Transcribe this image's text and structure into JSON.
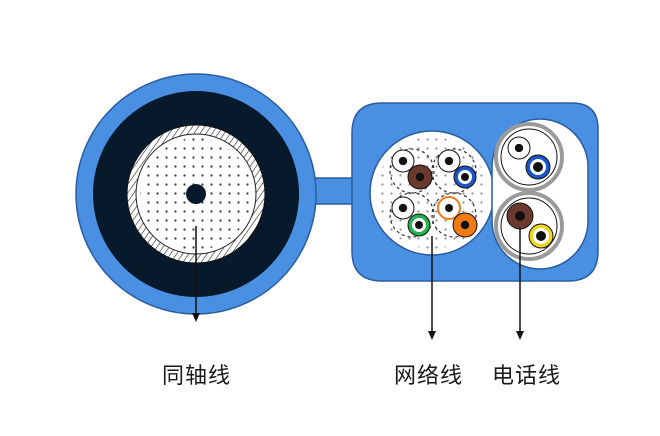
{
  "colors": {
    "jacket": "#4a90e2",
    "jacket_outline": "#2a5d9f",
    "coax_dielectric": "#071a2c",
    "shield_white": "#ffffff",
    "twisted_pair_brown": "#6b3a2e",
    "twisted_pair_blue": "#1a56c8",
    "twisted_pair_green": "#24b24a",
    "twisted_pair_orange": "#f07a14",
    "phone_brown": "#6b3a2e",
    "phone_blue": "#1a56c8",
    "phone_yellow": "#f0d61e",
    "phone_sheath": "#9a9a9a",
    "arrow": "#111111"
  },
  "labels": {
    "coax": "同轴线",
    "network": "网络线",
    "phone": "电话线"
  }
}
